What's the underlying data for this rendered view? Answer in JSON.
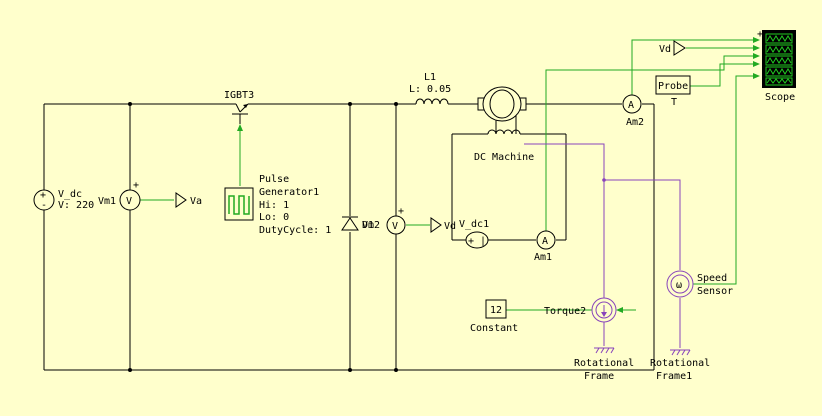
{
  "components": {
    "v_dc": {
      "name": "V_dc",
      "param": "V: 220",
      "plus": "+",
      "minus": "-"
    },
    "vm1": {
      "name": "Vm1",
      "symbol": "V",
      "plus": "+"
    },
    "va": {
      "label": "Va"
    },
    "igbt": {
      "name": "IGBT3"
    },
    "pulse": {
      "name_line1": "Pulse",
      "name_line2": "Generator1",
      "hi": "Hi: 1",
      "lo": "Lo: 0",
      "duty": "DutyCycle: 1"
    },
    "diode": {
      "name": "D1"
    },
    "vm2": {
      "name": "Vm2",
      "symbol": "V",
      "plus": "+"
    },
    "vd_meter": {
      "label": "Vd"
    },
    "inductor": {
      "name": "L1",
      "param": "L: 0.05"
    },
    "dc_machine": {
      "name": "DC Machine"
    },
    "v_dc1": {
      "name": "V_dc1",
      "symbol": "+ |"
    },
    "am1": {
      "name": "Am1",
      "symbol": "A"
    },
    "am2": {
      "name": "Am2",
      "symbol": "A"
    },
    "vd_out": {
      "label": "Vd"
    },
    "probe": {
      "name": "Probe",
      "label": "T"
    },
    "scope": {
      "name": "Scope",
      "plus": "+"
    },
    "speed_sensor": {
      "line1": "Speed",
      "line2": "Sensor",
      "symbol": "ω"
    },
    "constant": {
      "value": "12",
      "name": "Constant"
    },
    "torque": {
      "name": "Torque2"
    },
    "frame1": {
      "line1": "Rotational",
      "line2": "Frame"
    },
    "frame2": {
      "line1": "Rotational",
      "line2": "Frame1"
    }
  }
}
